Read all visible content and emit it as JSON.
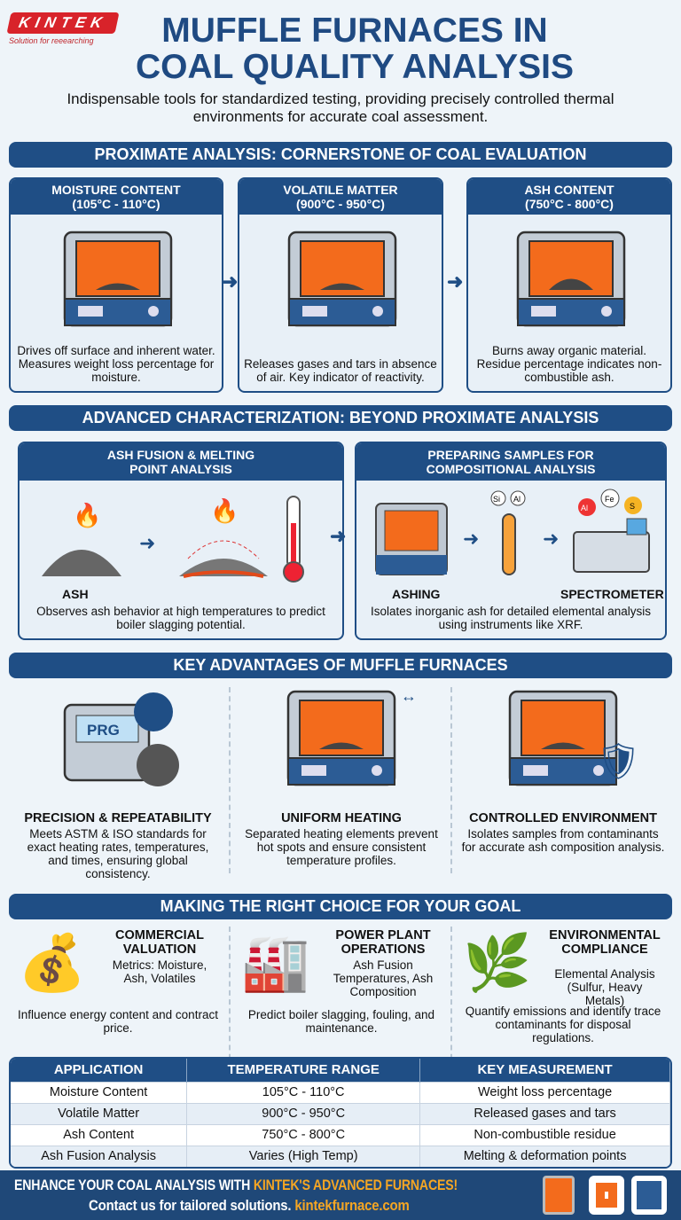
{
  "logo": {
    "brand": "KINTEK",
    "tagline": "Solution for reeearching"
  },
  "title": [
    "MUFFLE FURNACES IN",
    "COAL QUALITY ANALYSIS"
  ],
  "subtitle": "Indispensable tools for standardized testing, providing precisely controlled thermal environments for accurate coal assessment.",
  "colors": {
    "primary": "#1f4e85",
    "accent": "#f5a623",
    "logo": "#d8232a"
  },
  "proximate": {
    "heading": "PROXIMATE ANALYSIS: CORNERSTONE OF COAL EVALUATION",
    "cards": [
      {
        "title": "MOISTURE CONTENT",
        "range": "(105°C - 110°C)",
        "desc": "Drives off surface and inherent water. Measures weight loss percentage for moisture."
      },
      {
        "title": "VOLATILE MATTER",
        "range": "(900°C - 950°C)",
        "desc": "Releases gases and tars in absence of air. Key indicator of reactivity."
      },
      {
        "title": "ASH CONTENT",
        "range": "(750°C - 800°C)",
        "desc": "Burns away organic material. Residue percentage indicates non-combustible ash."
      }
    ]
  },
  "advanced": {
    "heading": "ADVANCED CHARACTERIZATION: BEYOND PROXIMATE ANALYSIS",
    "cards": [
      {
        "title": "ASH FUSION & MELTING POINT ANALYSIS",
        "labels": [
          "ASH"
        ],
        "desc": "Observes ash behavior at high temperatures to predict boiler slagging potential."
      },
      {
        "title": "PREPARING SAMPLES FOR COMPOSITIONAL ANALYSIS",
        "labels": [
          "ASHING",
          "SPECTROMETER"
        ],
        "elements": [
          "Si",
          "Al",
          "Al",
          "Fe",
          "S"
        ],
        "desc": "Isolates inorganic ash for detailed elemental analysis using instruments like XRF."
      }
    ]
  },
  "advantages": {
    "heading": "KEY ADVANTAGES OF MUFFLE FURNACES",
    "items": [
      {
        "title": "PRECISION & REPEATABILITY",
        "screen": "PRG",
        "desc": "Meets ASTM & ISO standards for exact heating rates, temperatures, and times, ensuring global consistency."
      },
      {
        "title": "UNIFORM HEATING",
        "desc": "Separated heating elements prevent hot spots and ensure consistent temperature profiles."
      },
      {
        "title": "CONTROLLED ENVIRONMENT",
        "desc": "Isolates samples from contaminants for accurate ash composition analysis."
      }
    ]
  },
  "goals": {
    "heading": "MAKING THE RIGHT CHOICE FOR YOUR GOAL",
    "items": [
      {
        "title": "COMMERCIAL VALUATION",
        "metrics": "Metrics: Moisture, Ash, Volatiles",
        "desc": "Influence energy content and contract price."
      },
      {
        "title": "POWER PLANT OPERATIONS",
        "metrics": "Ash Fusion Temperatures, Ash Composition",
        "desc": "Predict boiler slagging, fouling, and maintenance."
      },
      {
        "title": "ENVIRONMENTAL COMPLIANCE",
        "metrics": "Elemental Analysis (Sulfur, Heavy Metals)",
        "desc": "Quantify emissions and identify trace contaminants for disposal regulations."
      }
    ]
  },
  "table": {
    "headers": [
      "APPLICATION",
      "TEMPERATURE RANGE",
      "KEY MEASUREMENT"
    ],
    "rows": [
      [
        "Moisture Content",
        "105°C - 110°C",
        "Weight loss percentage"
      ],
      [
        "Volatile Matter",
        "900°C - 950°C",
        "Released gases and tars"
      ],
      [
        "Ash Content",
        "750°C - 800°C",
        "Non-combustible residue"
      ],
      [
        "Ash Fusion Analysis",
        "Varies (High Temp)",
        "Melting & deformation points"
      ]
    ]
  },
  "footer": {
    "line1a": "ENHANCE YOUR COAL ANALYSIS WITH ",
    "line1b": "KINTEK'S ADVANCED FURNACES!",
    "line2a": "Contact us for tailored solutions. ",
    "line2b": "kintekfurnace.com"
  }
}
